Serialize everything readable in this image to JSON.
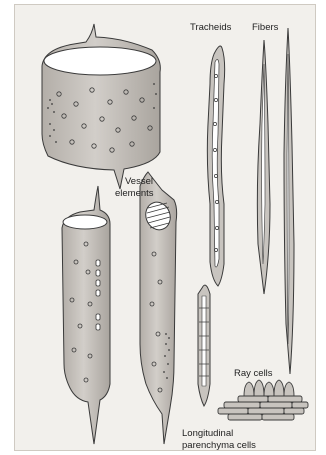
{
  "labels": {
    "tracheids": "Tracheids",
    "fibers": "Fibers",
    "vessel_line1": "Vessel",
    "vessel_line2": "elements",
    "ray_cells": "Ray cells",
    "parenchyma_line1": "Longitudinal",
    "parenchyma_line2": "parenchyma cells"
  },
  "colors": {
    "background": "#f2f0ec",
    "cell_fill": "#c8c4bf",
    "cell_shade": "#aea9a3",
    "outline": "#3a3a3a",
    "lumen": "#ffffff",
    "text": "#1f1f1f"
  }
}
